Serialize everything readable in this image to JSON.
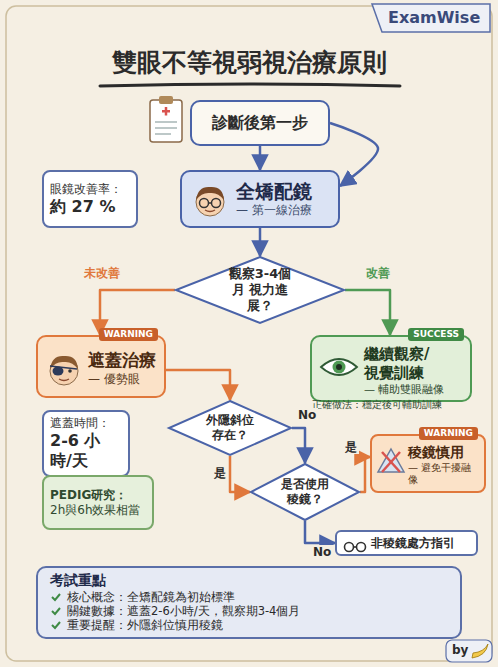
{
  "diagram": {
    "title": "雙眼不等視弱視治療原則",
    "nodes": [
      {
        "text": [
          "診斷後第一步"
        ]
      },
      {
        "text": [
          "眼鏡改善率：",
          "約 27 %"
        ]
      },
      {
        "text": [
          "全矯配鏡",
          "— 第一線治療"
        ]
      },
      {
        "text": [
          "觀察3-4個月 視力進展？"
        ]
      },
      {
        "text": [
          "WARNING",
          "遮蓋治療",
          "— 優勢眼"
        ]
      },
      {
        "text": [
          "SUCCESS",
          "繼續觀察/ 視覺訓練",
          "— 輔助雙眼融像"
        ]
      },
      {
        "text": [
          "遮蓋時間：",
          "2-6 小時/天"
        ]
      },
      {
        "text": [
          "外隱斜位 存在？"
        ]
      },
      {
        "text": [
          "PEDIG研究：",
          "2h與6h效果相當"
        ]
      },
      {
        "text": [
          "是否使用 稜鏡？"
        ]
      },
      {
        "text": [
          "WARNING",
          "稜鏡慎用",
          "— 避免干擾融像"
        ]
      },
      {
        "text": [
          "非稜鏡處方指引"
        ]
      },
      {
        "text": [
          "考試重點",
          "核心概念：全矯配鏡為初始標準",
          "關鍵數據：遮蓋2-6小時/天，觀察期3-4個月",
          "重要提醒：外隱斜位慎用稜鏡"
        ]
      }
    ],
    "edges": [
      {
        "from": 0,
        "to": 2,
        "arrow": "to"
      },
      {
        "from": 0,
        "to": 2,
        "arrow": "to"
      },
      {
        "from": 2,
        "to": 3,
        "arrow": "to"
      },
      {
        "from": 3,
        "to": 4,
        "label": "未改善",
        "arrow": "to"
      },
      {
        "from": 3,
        "to": 5,
        "label": "改善",
        "arrow": "to"
      },
      {
        "from": 4,
        "to": 7,
        "arrow": "to"
      },
      {
        "from": 7,
        "to": 9,
        "label": "No",
        "arrow": "to"
      },
      {
        "from": 7,
        "to": 9,
        "label": "是",
        "arrow": "to"
      },
      {
        "from": 9,
        "to": 10,
        "label": "是",
        "arrow": "to"
      },
      {
        "from": 9,
        "to": 11,
        "label": "No",
        "arrow": "to"
      }
    ],
    "labels": [
      "ExamWise",
      "正確做法：穩定後可輔助訓練",
      "by"
    ]
  }
}
